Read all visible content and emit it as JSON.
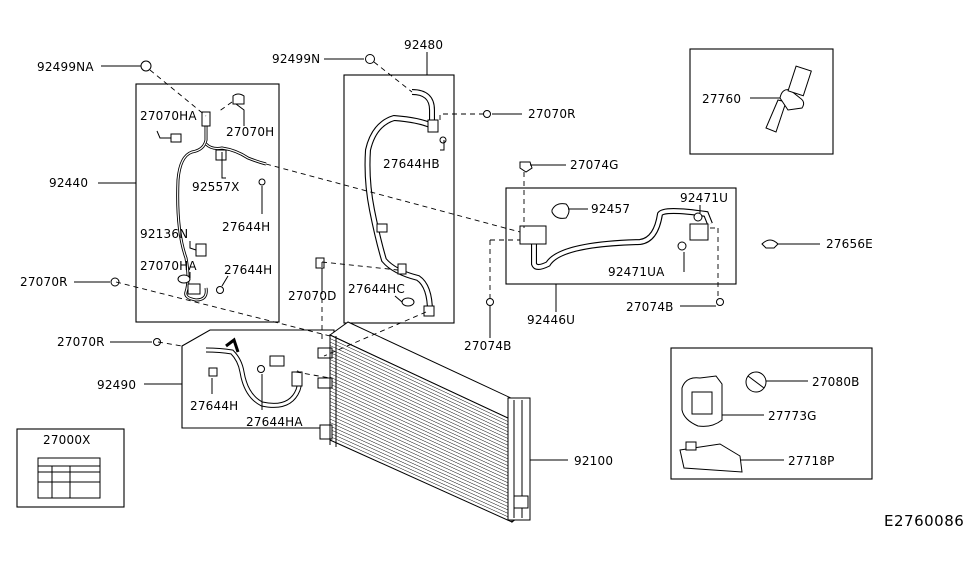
{
  "diagram_code": "E2760086",
  "labels": {
    "p92499NA": "92499NA",
    "p92499N": "92499N",
    "p92480": "92480",
    "p27070HA_top": "27070HA",
    "p27070H": "27070H",
    "p27070R_top": "27070R",
    "p27644HB": "27644HB",
    "p27074G": "27074G",
    "p92440": "92440",
    "p92557X": "92557X",
    "p92457": "92457",
    "p92471U": "92471U",
    "p27644H_left": "27644H",
    "p92136N": "92136N",
    "p27656E": "27656E",
    "p27070HA_low": "27070HA",
    "p27644H_mid": "27644H",
    "p92471UA": "92471UA",
    "p27070R_left": "27070R",
    "p27070D": "27070D",
    "p27644HC": "27644HC",
    "p27074B_right": "27074B",
    "p92446U": "92446U",
    "p27070R_mid": "27070R",
    "p27074B_mid": "27074B",
    "p92490": "92490",
    "p27644H_low": "27644H",
    "p27644HA": "27644HA",
    "p27000X": "27000X",
    "p92100": "92100",
    "p27760": "27760",
    "p27080B": "27080B",
    "p27773G": "27773G",
    "p27718P": "27718P"
  }
}
